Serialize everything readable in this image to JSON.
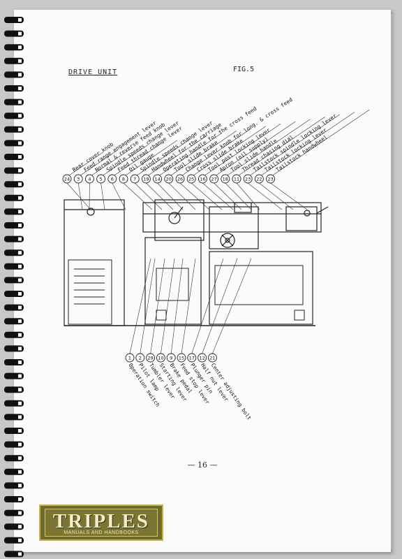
{
  "title": "DRIVE UNIT",
  "figure": "FIG.5",
  "page_number": "— 16 —",
  "logo": {
    "name": "TRIPLES",
    "tagline": "MANUALS AND HANDBOOKS"
  },
  "top_callouts": [
    {
      "num": "24",
      "label": "Rear cover knob"
    },
    {
      "num": "3",
      "label": "Feed range engagement lever"
    },
    {
      "num": "4",
      "label": "Normal & reverse feed knob"
    },
    {
      "num": "5",
      "label": "Spindle speeds change lever"
    },
    {
      "num": "6",
      "label": "Feed thread change lever"
    },
    {
      "num": "8",
      "label": "Oil gauge"
    },
    {
      "num": "7",
      "label": "Spindle speeds change lever"
    },
    {
      "num": "19",
      "label": "Handwheel for the carriage"
    },
    {
      "num": "14",
      "label": "Operating handle for the cross feed"
    },
    {
      "num": "20",
      "label": "Tool slide brake"
    },
    {
      "num": "26",
      "label": "Change lever knob for long. & cross feed"
    },
    {
      "num": "25",
      "label": "Cross slide brake"
    },
    {
      "num": "16",
      "label": "Tool post locking lever"
    },
    {
      "num": "27",
      "label": "Apron (oil supply)"
    },
    {
      "num": "18",
      "label": "Tool slide handle"
    },
    {
      "num": "11",
      "label": "Thread chasing dial"
    },
    {
      "num": "23",
      "label": "Tailstock spindle locking lever"
    },
    {
      "num": "22",
      "label": "Tailstock locking lever"
    },
    {
      "num": "23",
      "label": "Tailstock handwheel"
    }
  ],
  "bottom_callouts": [
    {
      "num": "1",
      "label": "Operation switch"
    },
    {
      "num": "2",
      "label": "Pilot lamp"
    },
    {
      "num": "29",
      "label": "Tumbler lever"
    },
    {
      "num": "10",
      "label": "Starting lever"
    },
    {
      "num": "9",
      "label": "Brake pedal"
    },
    {
      "num": "15",
      "label": "Feed stop lever"
    },
    {
      "num": "17",
      "label": "Plunger pin"
    },
    {
      "num": "12",
      "label": "Half nut lever"
    },
    {
      "num": "21",
      "label": "Center adjusting bolt"
    }
  ]
}
